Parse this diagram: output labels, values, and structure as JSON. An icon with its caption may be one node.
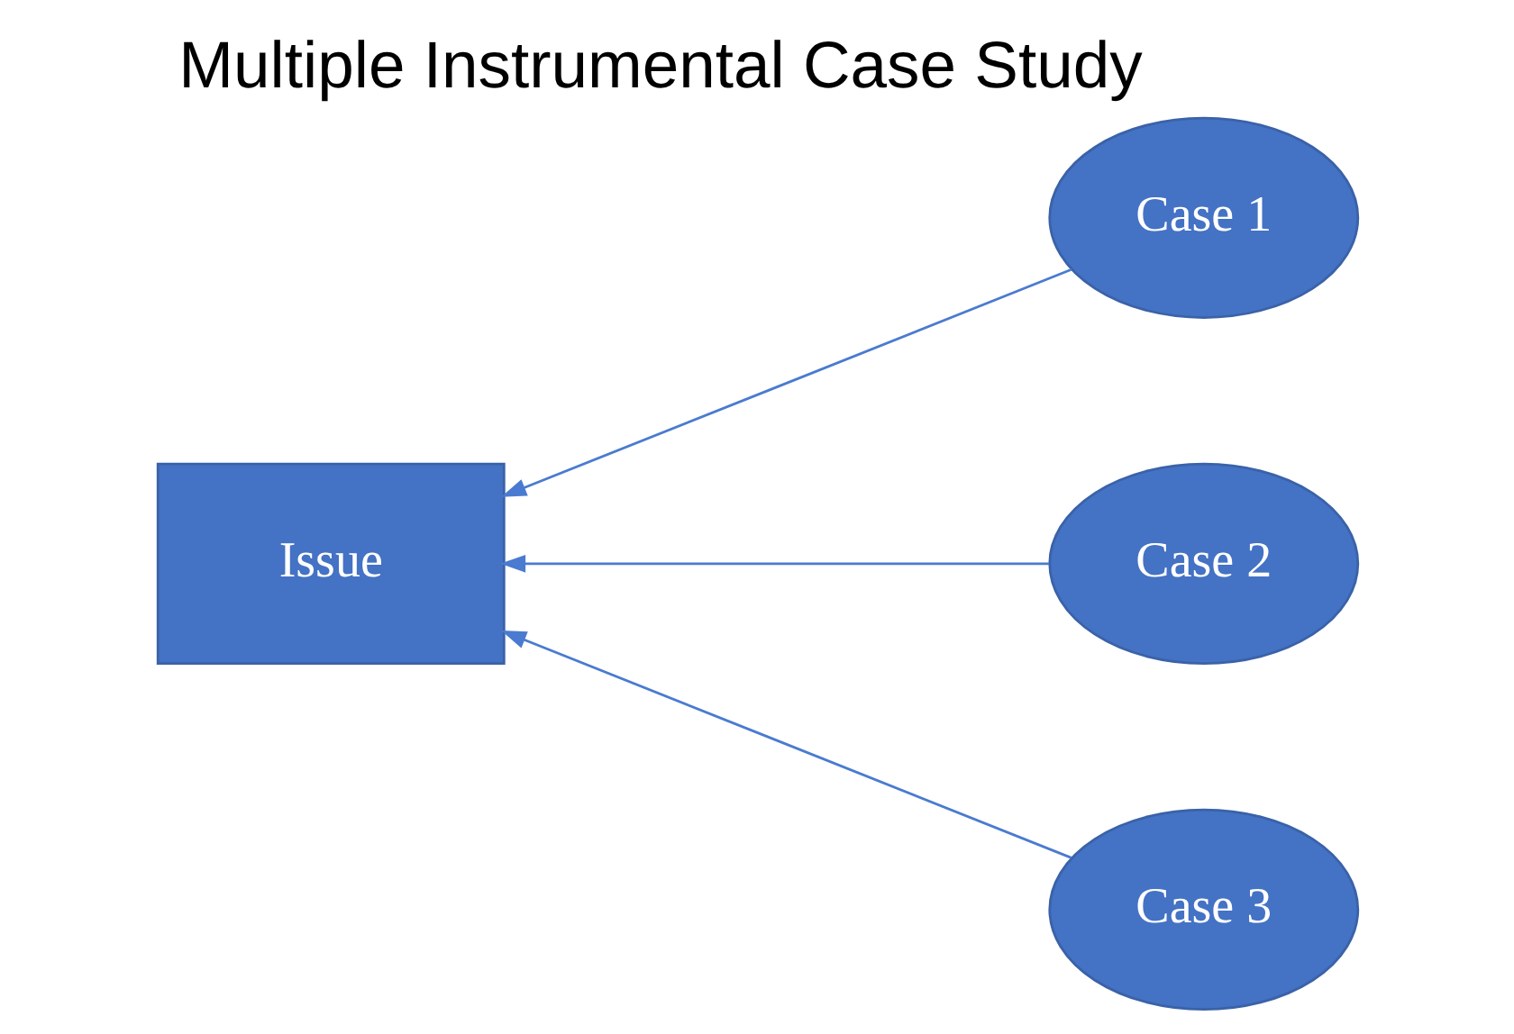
{
  "diagram": {
    "title": "Multiple Instrumental Case Study",
    "nodes": [
      {
        "text": [
          "Issue"
        ]
      },
      {
        "text": [
          "Case 1"
        ]
      },
      {
        "text": [
          "Case 2"
        ]
      },
      {
        "text": [
          "Case 3"
        ]
      }
    ],
    "edges": [
      {
        "from": 1,
        "to": 0,
        "arrow": "to"
      },
      {
        "from": 2,
        "to": 0,
        "arrow": "to"
      },
      {
        "from": 3,
        "to": 0,
        "arrow": "to"
      }
    ]
  }
}
